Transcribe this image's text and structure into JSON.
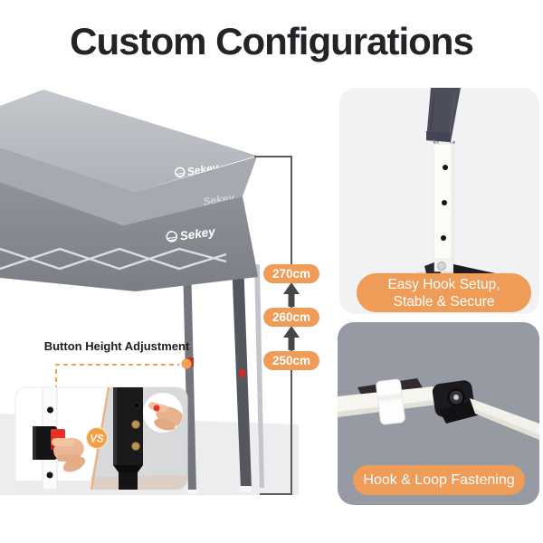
{
  "title": "Custom Configurations",
  "brand": "Sekey",
  "measurements": {
    "labels": [
      "270cm",
      "260cm",
      "250cm"
    ]
  },
  "callout": {
    "label": "Button Height Adjustment",
    "vs": "VS"
  },
  "panels": {
    "hook_setup": {
      "line1": "Easy Hook Setup,",
      "line2": "Stable & Secure"
    },
    "hook_loop": {
      "label": "Hook & Loop Fastening"
    }
  },
  "colors": {
    "accent_orange": "#EF9C58",
    "callout_orange": "#F5A04E",
    "arrow_gray": "#47474A",
    "panel_light_bg": "#F2F2F4",
    "panel_gray_bg": "#969AA3",
    "title_color": "#232428"
  }
}
